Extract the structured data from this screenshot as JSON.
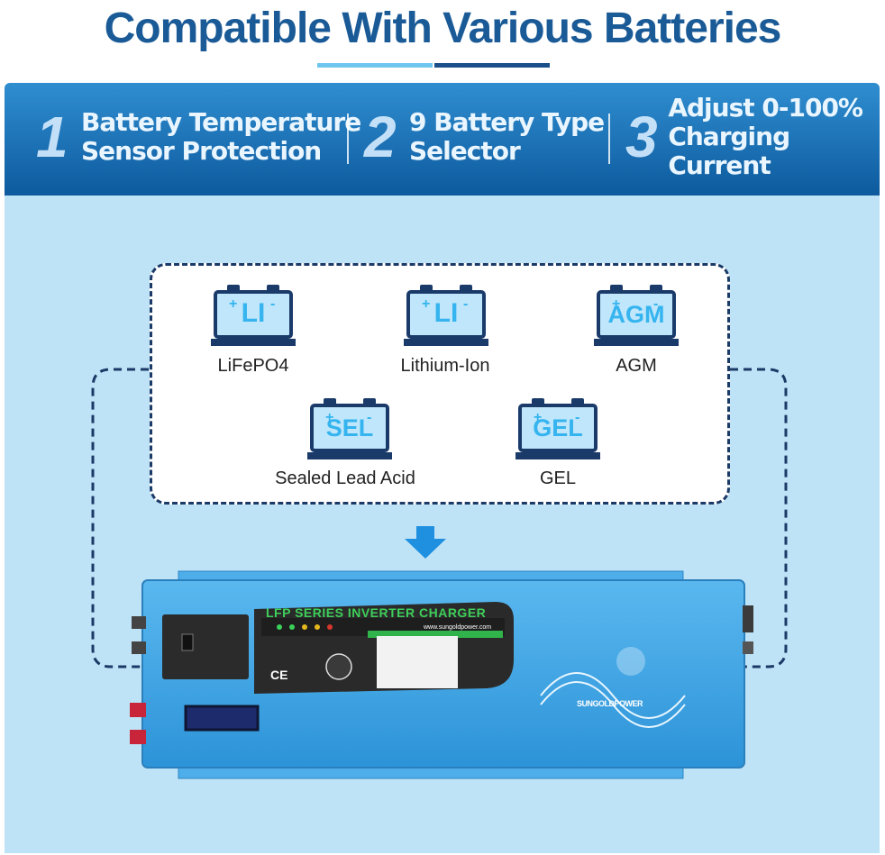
{
  "title": "Compatible With Various Batteries",
  "colors": {
    "title": "#1a5a96",
    "band_top": "#2f8ed0",
    "band_bottom": "#0d5a9e",
    "panel_bg": "#bfe3f6",
    "accent_light": "#6ec6ef",
    "accent_dark": "#1a4f8a",
    "dash": "#1b3a67",
    "icon_fill": "#bfe6fb",
    "icon_text": "#35b4ef",
    "icon_base": "#1a3b6a"
  },
  "features": [
    {
      "number": "1",
      "line1": "Battery Temperature",
      "line2": "Sensor Protection"
    },
    {
      "number": "2",
      "line1": "9 Battery Type",
      "line2": "Selector"
    },
    {
      "number": "3",
      "line1": "Adjust 0-100%",
      "line2": "Charging Current"
    }
  ],
  "batteries": [
    {
      "code": "LI",
      "label": "LiFePO4"
    },
    {
      "code": "LI",
      "label": "Lithium-Ion"
    },
    {
      "code": "AGM",
      "label": "AGM"
    },
    {
      "code": "SEL",
      "label": "Sealed Lead Acid"
    },
    {
      "code": "GEL",
      "label": "GEL"
    }
  ],
  "device": {
    "series_label": "LFP SERIES INVERTER CHARGER",
    "website": "www.sungoldpower.com",
    "brand": "SUNGOLDPOWER",
    "cert": "CE"
  }
}
